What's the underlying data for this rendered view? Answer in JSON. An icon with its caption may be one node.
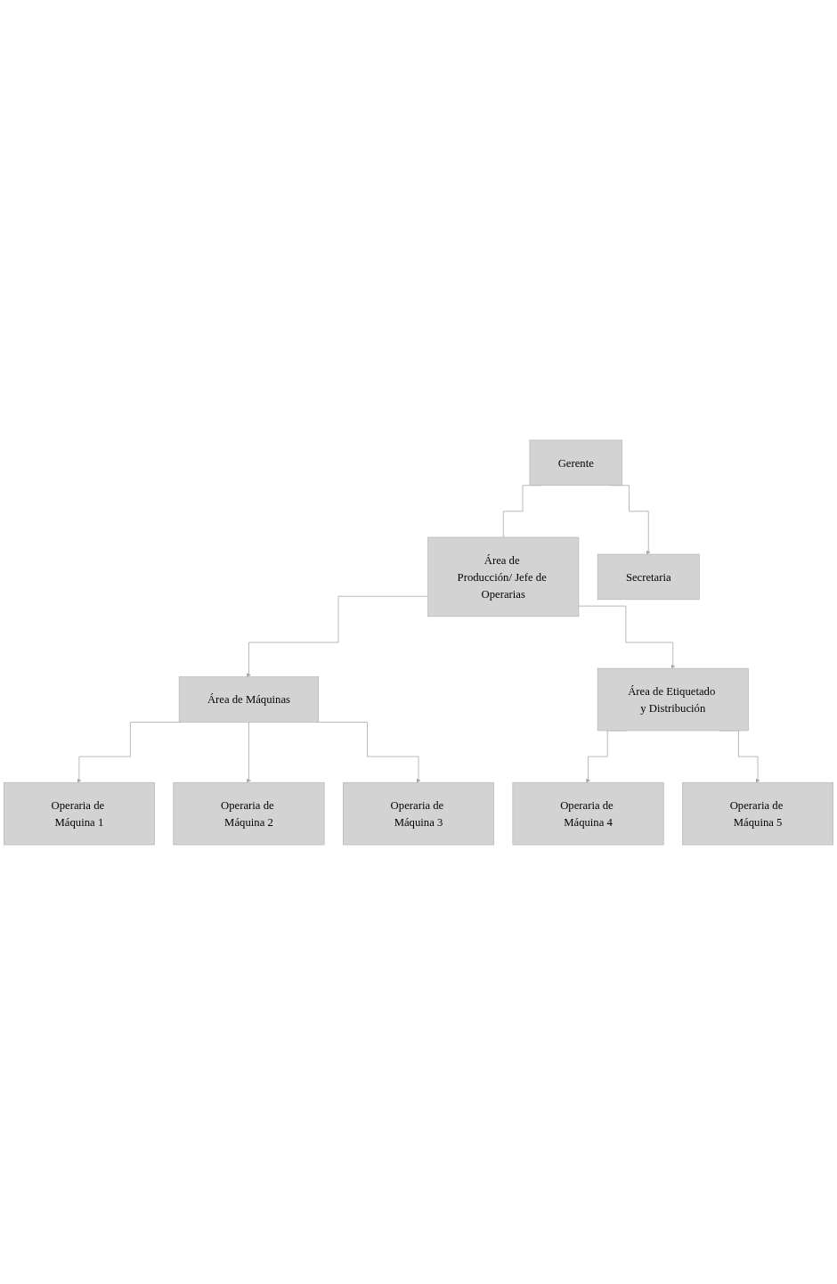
{
  "diagram": {
    "nodes": [
      {
        "text": [
          "Gerente"
        ]
      },
      {
        "text": [
          "Secretaria"
        ]
      },
      {
        "text": [
          "Área de Producción/ Jefe de Operarias"
        ]
      },
      {
        "text": [
          "Área de Máquinas"
        ]
      },
      {
        "text": [
          "Área de Etiquetado y Distribución"
        ]
      },
      {
        "text": [
          "Operaria de Máquina 1"
        ]
      },
      {
        "text": [
          "Operaria de Máquina 2"
        ]
      },
      {
        "text": [
          "Operaria de Máquina 3"
        ]
      },
      {
        "text": [
          "Operaria de Máquina 4"
        ]
      },
      {
        "text": [
          "Operaria de Máquina 5"
        ]
      }
    ],
    "edges": [
      {
        "from": 0,
        "to": 1,
        "arrow": "to"
      },
      {
        "from": 0,
        "to": 2,
        "arrow": "none"
      },
      {
        "from": 2,
        "to": 3,
        "arrow": "to"
      },
      {
        "from": 2,
        "to": 4,
        "arrow": "to"
      },
      {
        "from": 3,
        "to": 5,
        "arrow": "to"
      },
      {
        "from": 3,
        "to": 6,
        "arrow": "to"
      },
      {
        "from": 3,
        "to": 7,
        "arrow": "to"
      },
      {
        "from": 4,
        "to": 8,
        "arrow": "to"
      },
      {
        "from": 4,
        "to": 9,
        "arrow": "to"
      }
    ]
  }
}
